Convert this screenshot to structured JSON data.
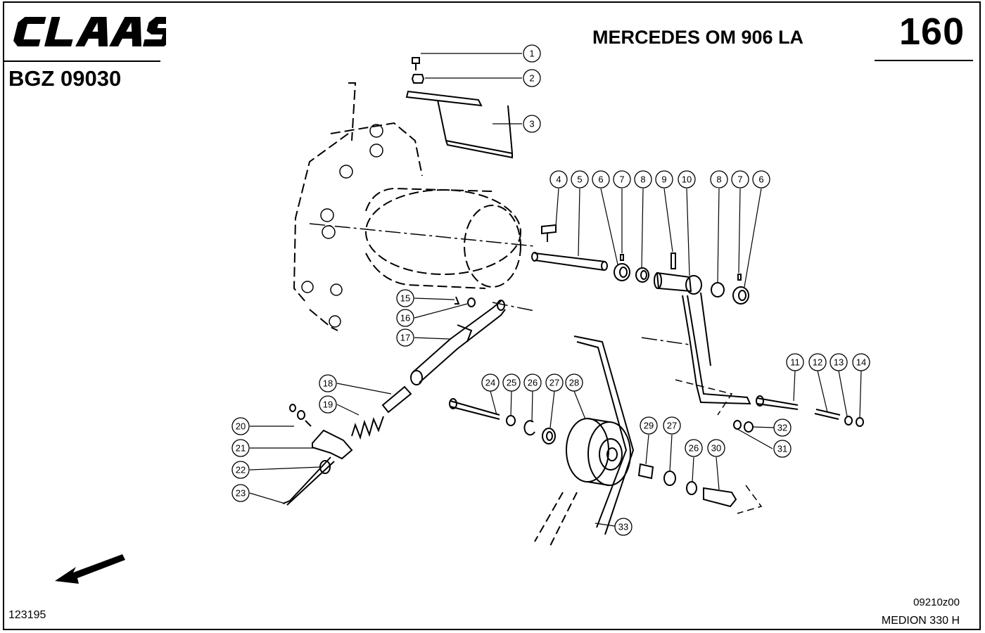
{
  "header": {
    "brand": "CLAAS",
    "engine_title": "MERCEDES OM 906 LA",
    "page_number": "160",
    "group_code": "BGZ 09030"
  },
  "footer": {
    "doc_number": "123195",
    "drawing_code": "09210z00",
    "machine_model": "MEDION 330 H"
  },
  "callouts": [
    "1",
    "2",
    "3",
    "4",
    "5",
    "6",
    "7",
    "8",
    "9",
    "10",
    "8",
    "7",
    "6",
    "11",
    "12",
    "13",
    "14",
    "15",
    "16",
    "17",
    "18",
    "19",
    "20",
    "21",
    "22",
    "23",
    "24",
    "25",
    "26",
    "27",
    "28",
    "29",
    "27",
    "26",
    "30",
    "31",
    "32",
    "33"
  ]
}
